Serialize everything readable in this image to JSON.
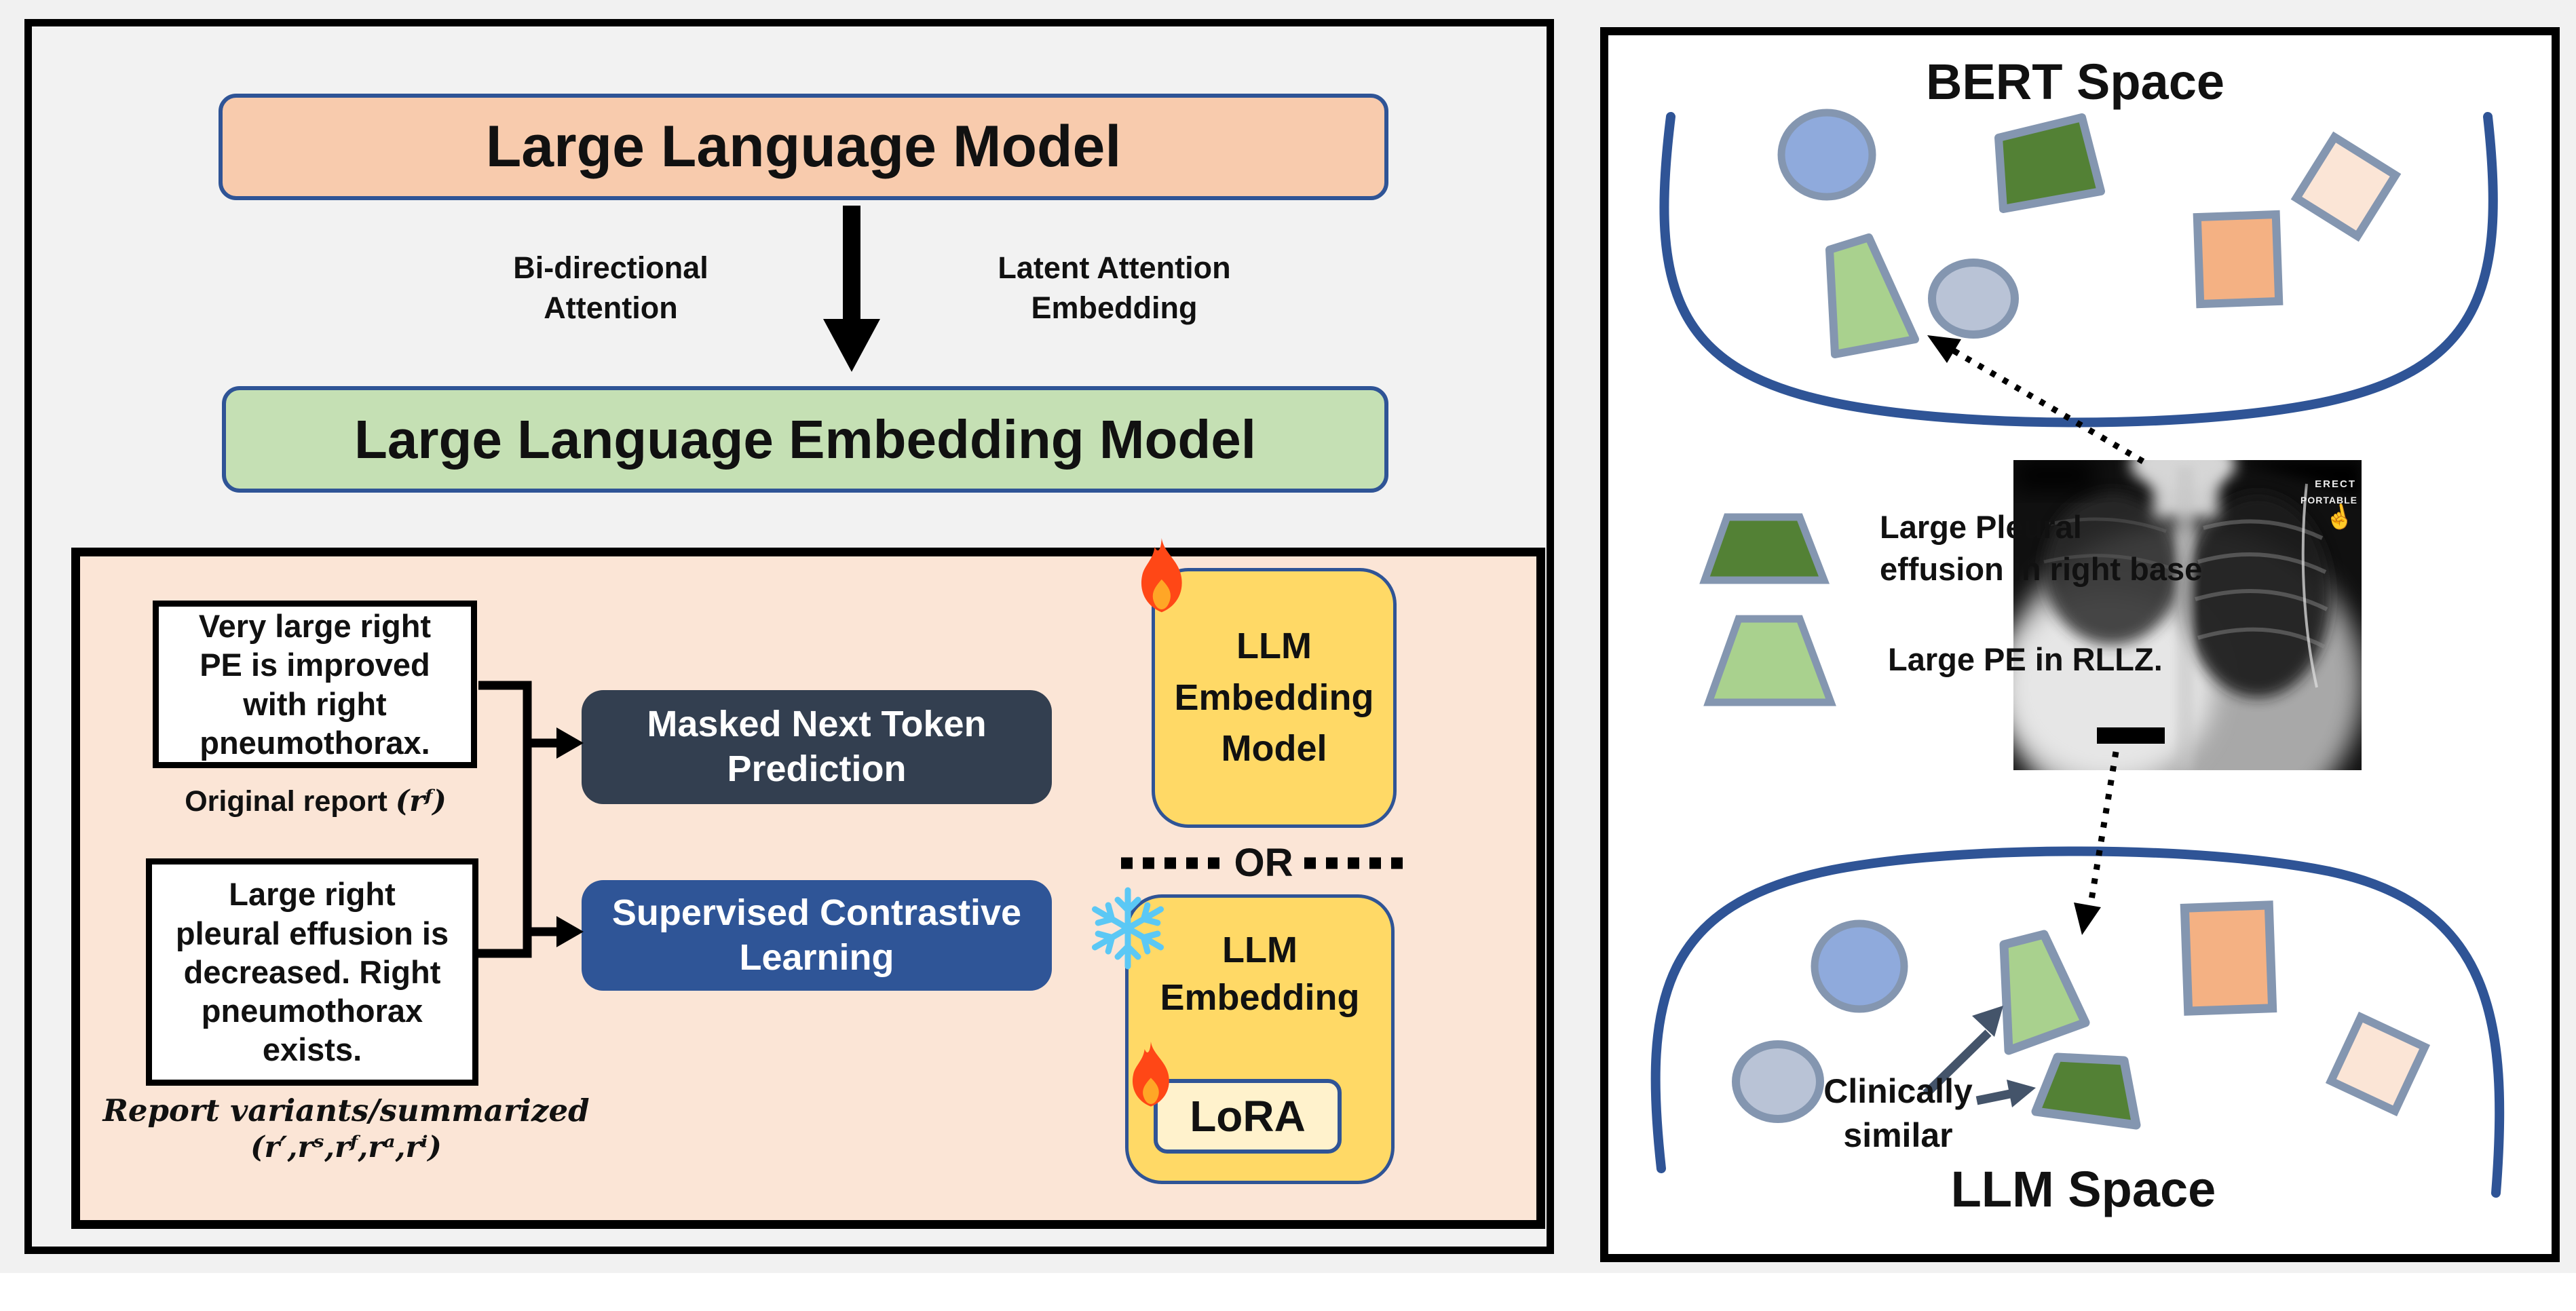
{
  "colors": {
    "page-bg": "#F1F1F1",
    "accent-border": "#2F5496",
    "llm-box-fill": "#F8CBAD",
    "embed-box-fill": "#C5E0B4",
    "panel-pink": "#FBE5D6",
    "mntp-fill": "#333F50",
    "scl-fill": "#2F5597",
    "yellow-fill": "#FFD966",
    "lora-fill": "#FFF2CC",
    "shape-border": "#8496B0",
    "blue-shape": "#8FAADC",
    "gray-shape": "#B9C3D6",
    "dark-green": "#538135",
    "light-green": "#A9D18E",
    "orange-shape": "#F4B183",
    "peach-shape": "#FBE5D6",
    "curve-blue": "#2F5496",
    "arrow-slate": "#44546A",
    "flame-outer": "#FF4716",
    "flame-inner": "#FFA626",
    "snowflake-blue": "#5BC8F5"
  },
  "left": {
    "llm_box_label": "Large Language Model",
    "arrow_label_left": "Bi-directional\nAttention",
    "arrow_label_right": "Latent Attention\nEmbedding",
    "embedding_box_label": "Large Language Embedding Model",
    "original_report": {
      "text": "Very large right\nPE is improved\nwith right\npneumothorax.",
      "caption": "Original report ",
      "caption_math": "(rᶠ)"
    },
    "report_variants": {
      "text": "Large right\npleural effusion is\ndecreased. Right\npneumothorax\nexists.",
      "caption": "Report variants/summarized",
      "caption_math": "(r′,rˢ,rᶠ,rᵃ,rⁱ)"
    },
    "mntp_label": "Masked Next Token\nPrediction",
    "scl_label": "Supervised Contrastive\nLearning",
    "embed_model_label": "LLM\nEmbedding\nModel",
    "or_label": "OR",
    "embed_lora_label": "LLM\nEmbedding",
    "lora_label": "LoRA"
  },
  "right": {
    "bert_title": "BERT Space",
    "llm_title": "LLM Space",
    "legend_item1": "Large Pleural\neffusion in right base",
    "legend_item2": "Large PE in RLLZ.",
    "clinically_similar": "Clinically\nsimilar",
    "xray": {
      "erect": "ERECT",
      "portable": "PORTABLE"
    }
  }
}
